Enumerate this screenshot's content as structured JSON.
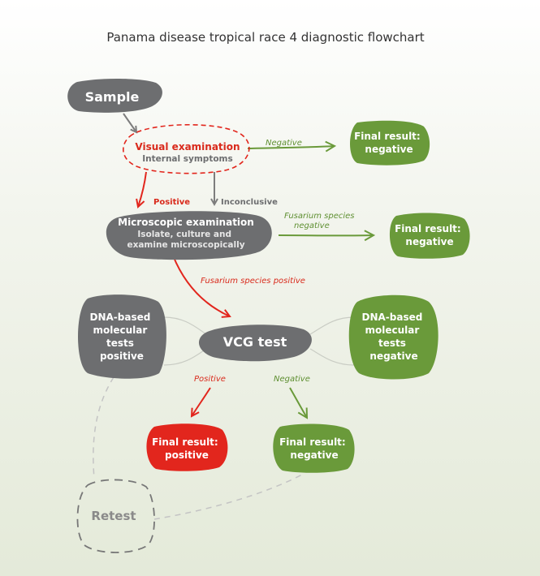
{
  "title": "Panama disease tropical race 4 diagnostic flowchart",
  "colors": {
    "grey": "#6d6e70",
    "green": "#6a9a3a",
    "red": "#e2261d",
    "arrowGrey": "#7d7d7d",
    "redText": "#d92a1c",
    "greenText": "#5e8f31"
  },
  "nodes": {
    "sample": "Sample",
    "visual_title": "Visual examination",
    "visual_sub": "Internal symptoms",
    "final_neg_1": [
      "Final result:",
      "negative"
    ],
    "micro_title": "Microscopic examination",
    "micro_sub": [
      "Isolate, culture and",
      "examine microscopically"
    ],
    "final_neg_2": [
      "Final result:",
      "negative"
    ],
    "dna_pos": [
      "DNA-based",
      "molecular",
      "tests",
      "positive"
    ],
    "vcg": "VCG test",
    "dna_neg": [
      "DNA-based",
      "molecular",
      "tests",
      "negative"
    ],
    "final_pos": [
      "Final result:",
      "positive"
    ],
    "final_neg_3": [
      "Final result:",
      "negative"
    ],
    "retest": "Retest"
  },
  "edge_labels": {
    "visual_negative": "Negative",
    "visual_positive": "Positive",
    "visual_inconclusive": "Inconclusive",
    "fusarium_negative": [
      "Fusarium species",
      "negative"
    ],
    "fusarium_positive": "Fusarium species positive",
    "vcg_positive": "Positive",
    "vcg_negative": "Negative"
  }
}
